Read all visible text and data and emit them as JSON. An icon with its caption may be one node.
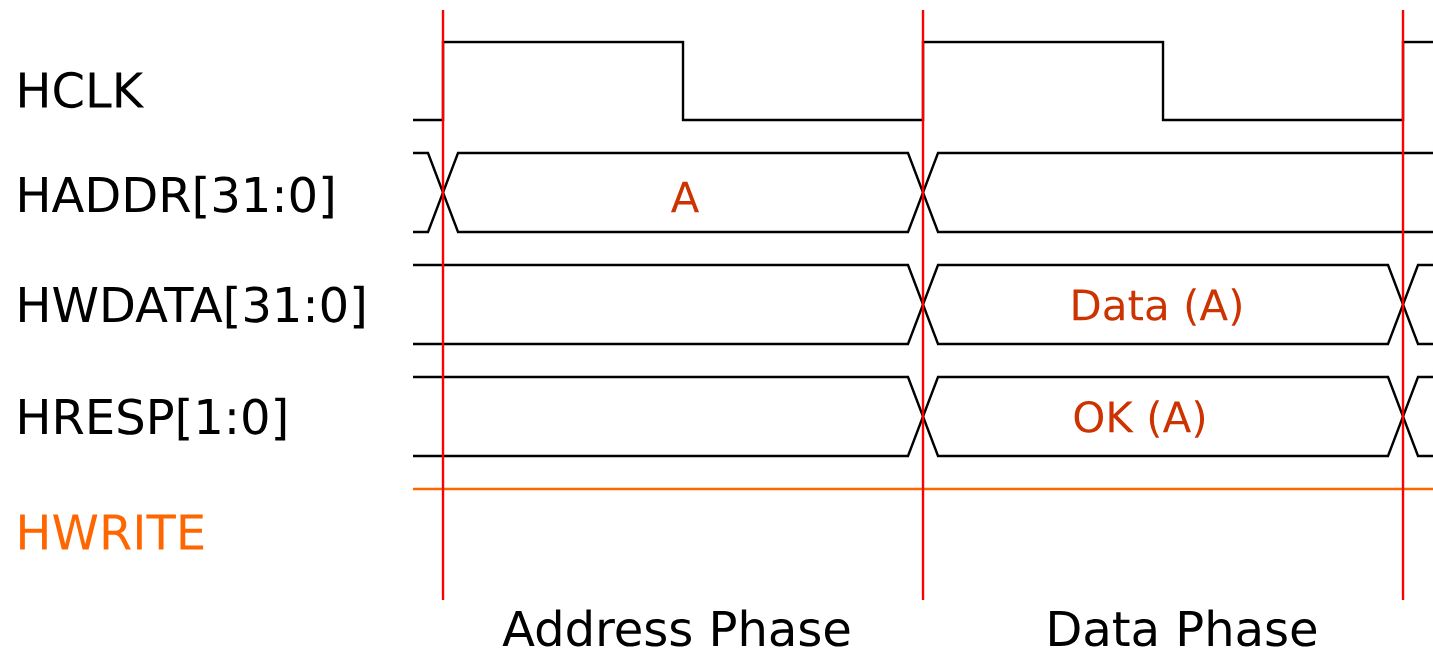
{
  "diagram": {
    "labels": [
      "HCLK",
      "HADDR[31:0]",
      "A",
      "HWDATA[31:0]",
      "Data (A)",
      "HRESP[1:0]",
      "OK (A)",
      "HWRITE",
      "Address Phase",
      "Data Phase"
    ]
  }
}
